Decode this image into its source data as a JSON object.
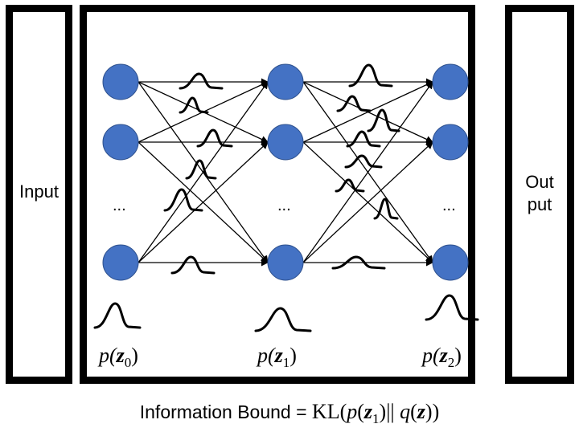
{
  "boxes": {
    "input_label": "Input",
    "output_label_line1": "Out",
    "output_label_line2": "put"
  },
  "layers": [
    {
      "name": "z0",
      "prefix": "p(",
      "var": "z",
      "sub": "0",
      "suffix": ")"
    },
    {
      "name": "z1",
      "prefix": "p(",
      "var": "z",
      "sub": "1",
      "suffix": ")"
    },
    {
      "name": "z2",
      "prefix": "p(",
      "var": "z",
      "sub": "2",
      "suffix": ")"
    }
  ],
  "ellipsis": "...",
  "formula": {
    "left": "Information Bound = ",
    "kl": "KL(",
    "p": "p",
    "open": "(",
    "z": "z",
    "sub": "1",
    "close_mid": ")|| ",
    "q": "q",
    "open2": "(",
    "z2": "z",
    "close_end": "))"
  },
  "colors": {
    "node_fill": "#4472c4",
    "node_stroke": "#2f528f",
    "line": "#000000"
  },
  "network": {
    "columns": 3,
    "visible_nodes_per_column": 3,
    "connections": "fully-connected"
  }
}
